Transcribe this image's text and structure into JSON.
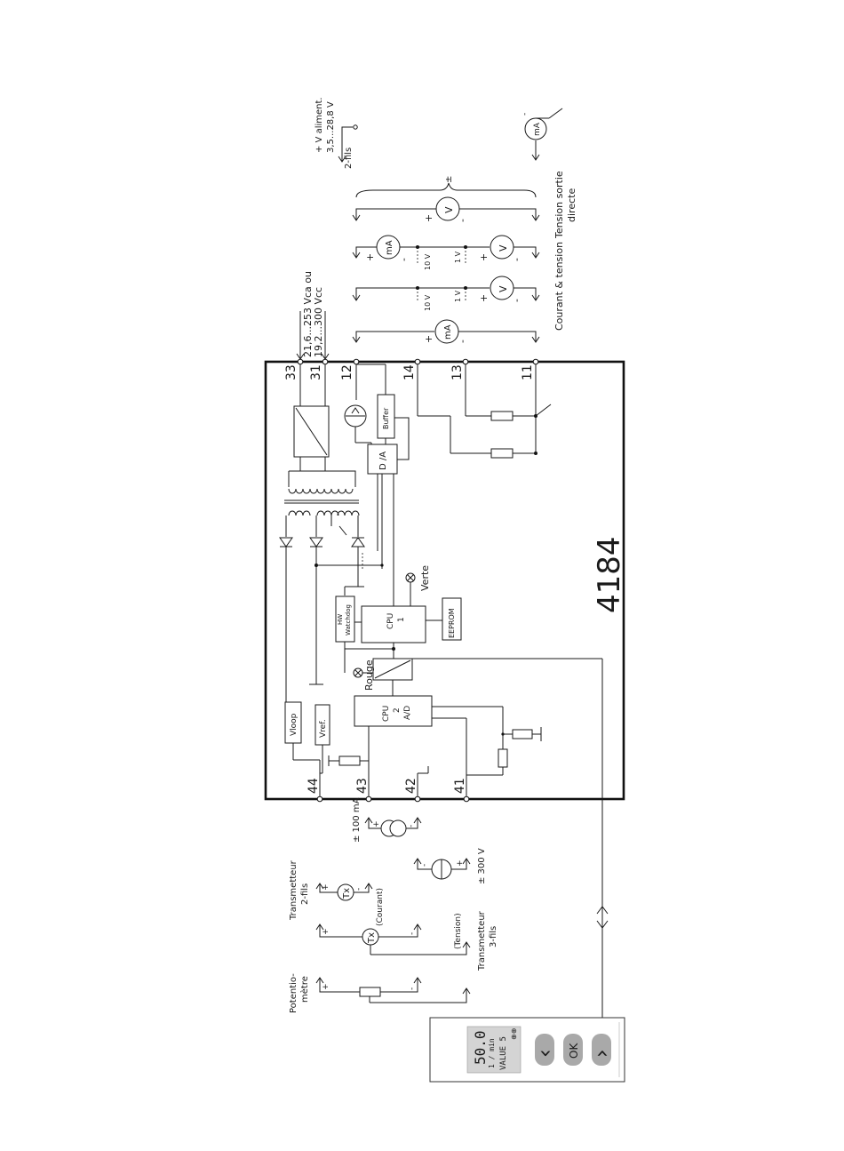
{
  "model_number": "4184",
  "supply_left": {
    "line1": "21,6...253 Vca ou",
    "line2": "19,2...300 Vcc"
  },
  "supply_right": {
    "line1": "+ V aliment.",
    "line2": "3,5...28,8 V",
    "line3": "2-fils"
  },
  "terminals_top": [
    "33",
    "31",
    "12",
    "14",
    "13",
    "11"
  ],
  "terminals_bottom": [
    "44",
    "43",
    "42",
    "41"
  ],
  "blocks": {
    "buffer": "Buffer",
    "da": "D /A",
    "hw_watchdog_1": "HW",
    "hw_watchdog_2": "Watchdog",
    "cpu1_1": "CPU",
    "cpu1_2": "1",
    "eeprom": "EEPROM",
    "cpu2_1": "CPU",
    "cpu2_2": "2",
    "cpu2_3": "A/D",
    "vloop": "Vloop",
    "vref": "Vref."
  },
  "leds": {
    "green": "Verte",
    "red": "Rouge"
  },
  "output_labels": {
    "courant_tension": "Courant & tension",
    "tension_sortie_1": "Tension sortie",
    "tension_sortie_2": "directe",
    "ten_v": "10 V",
    "one_v": "1 V",
    "plus_minus": "±",
    "plus": "+",
    "minus": "-"
  },
  "meters": {
    "ma": "mA",
    "v": "V",
    "tx": "Tx"
  },
  "input_labels": {
    "hundred_ma": "± 100 mA",
    "three_hundred_v": "± 300 V",
    "transmetteur": "Transmetteur",
    "deux_fils": "2-fils",
    "trois_fils": "3-fils",
    "courant": "(Courant)",
    "tension": "(Tension)",
    "potentio_1": "Potentio-",
    "potentio_2": "mètre"
  },
  "display": {
    "value": "50.0",
    "unit": "1 / min",
    "label": "VALUE 5",
    "status": "⊕⊕",
    "ok_label": "OK",
    "left_arrow": "‹",
    "right_arrow": "›"
  }
}
